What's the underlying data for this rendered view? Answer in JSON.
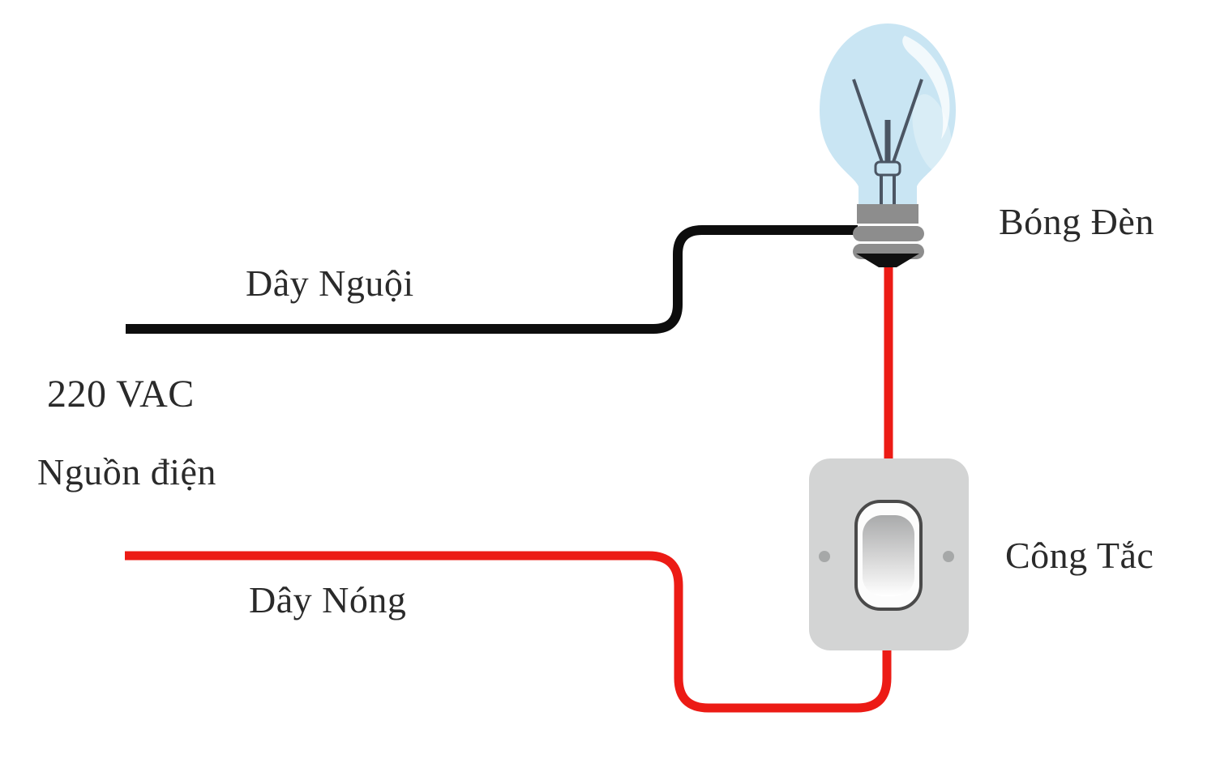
{
  "labels": {
    "neutral_wire": "Dây Nguội",
    "voltage": "220 VAC",
    "power_source": "Nguồn điện",
    "hot_wire": "Dây Nóng",
    "bulb": "Bóng Đèn",
    "switch": "Công Tắc"
  },
  "icons": {
    "bulb": "light-bulb-icon",
    "switch": "rocker-switch-icon"
  },
  "colors": {
    "background": "#ffffff",
    "neutral_wire": "#0d0d0d",
    "hot_wire": "#ec1b15",
    "bulb_glass": "#c9e5f3",
    "bulb_highlight": "#ffffff",
    "bulb_filament": "#4b5563",
    "bulb_base": "#8d8d8d",
    "bulb_tip": "#101010",
    "switch_plate": "#d3d4d4",
    "switch_screw": "#a6a8a8",
    "switch_rocker_border": "#4a4a4a",
    "text": "#2a2a2a"
  }
}
